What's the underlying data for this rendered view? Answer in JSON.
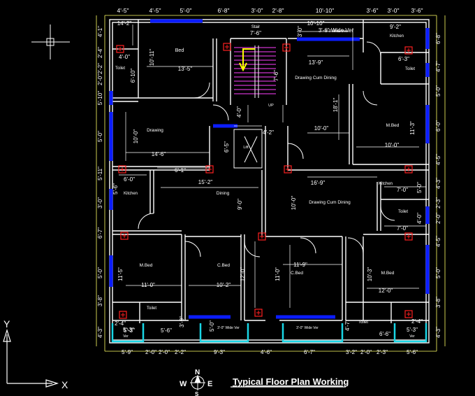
{
  "title": "Typical Floor Plan Working",
  "compass": {
    "north": "N",
    "east": "E",
    "west": "W",
    "south": "S"
  },
  "ucs": {
    "x": "X",
    "y": "Y"
  },
  "colors": {
    "wall": "#ffffff",
    "window": "#0b1dff",
    "dim": "#ffff66",
    "column": "#ff2020",
    "stair": "#ff40ff",
    "arrow": "#ffff00",
    "veranda": "#19d6e6",
    "text": "#ffffff"
  },
  "rooms": [
    {
      "label": "Bed"
    },
    {
      "label": "Stair"
    },
    {
      "label": "Kitchen"
    },
    {
      "label": "Toilet"
    },
    {
      "label": "Drawing Cum Dining"
    },
    {
      "label": "Toilet"
    },
    {
      "label": "M.Bed"
    },
    {
      "label": "Drawing"
    },
    {
      "label": "Lift"
    },
    {
      "label": "Kitchen"
    },
    {
      "label": "Dining"
    },
    {
      "label": "Drawing Cum Dining"
    },
    {
      "label": "Kitchen"
    },
    {
      "label": "Toilet"
    },
    {
      "label": "M.Bed"
    },
    {
      "label": "C.Bed"
    },
    {
      "label": "C.Bed"
    },
    {
      "label": "M.Bed"
    },
    {
      "label": "Toilet"
    },
    {
      "label": "Toilet"
    },
    {
      "label": "Ver"
    },
    {
      "label": "Ver"
    },
    {
      "label": "3'-0\" Wide Ver"
    },
    {
      "label": "3'-0\" Wide Ver"
    },
    {
      "label": "3'-0\" Wide Ver"
    },
    {
      "label": "UP"
    }
  ],
  "dims_top": [
    "4'-5\"",
    "4'-5\"",
    "5'-0\"",
    "6'-8\"",
    "3'-0\"",
    "2'-8\"",
    "10'-10\"",
    "3'-6\"",
    "3'-0\"",
    "3'-6\""
  ],
  "dims_bottom": [
    "5'-9\"",
    "2'-0\"",
    "2'-0\"",
    "2'-2\"",
    "9'-3\"",
    "4'-6\"",
    "6'-7\"",
    "3'-2\"",
    "2'-0\"",
    "2'-3\"",
    "5'-6\""
  ],
  "dims_left": [
    "4'-1\"",
    "2'-4\"",
    "2'-2\"",
    "2'-0\"",
    "5'-10\"",
    "5'-0\"",
    "5'-11\"",
    "3'-0\"",
    "6'-7\"",
    "5'-0\"",
    "3'-8\"",
    "4'-3\""
  ],
  "dims_right": [
    "6'-8\"",
    "4'-7\"",
    "5'-0\"",
    "6'-0\"",
    "4'-5\"",
    "4'-3\"",
    "2'-3\"",
    "2'-0\"",
    "4'-5\"",
    "5'-0\"",
    "3'-8\"",
    "4'-3\""
  ],
  "dims_inner": [
    "14'-2\"",
    "4'-0\"",
    "10'-11\"",
    "13'-5\"",
    "6'-10\"",
    "7'-6\"",
    "7'-6\"",
    "10'-10\"",
    "3'-0\"",
    "13'-9\"",
    "3'-6\" Wide Ver",
    "9'-2\"",
    "6'-3\"",
    "5'-3\"",
    "4'-0\"",
    "4'-2\"",
    "18'-1\"",
    "10'-0\"",
    "10'-0\"",
    "11'-3\"",
    "10'-0\"",
    "14'-6\"",
    "6'-1\"",
    "15'-2\"",
    "6'-0\"",
    "5'-6\"",
    "6'-5\"",
    "9'-0\"",
    "16'-9\"",
    "10'-0\"",
    "7'-0\"",
    "5'-0\"",
    "7'-0\"",
    "4'-0\"",
    "11'-5\"",
    "11'-0\"",
    "12'-0\"",
    "10'-2\"",
    "11'-9\"",
    "11'-0\"",
    "10'-3\"",
    "12'-0\"",
    "2'-4\"",
    "5'-3\"",
    "5'-6\"",
    "3'-9\"",
    "6'-6\"",
    "2'-4\"",
    "5'-3\"",
    "4'-7\"",
    "5'-0\""
  ]
}
